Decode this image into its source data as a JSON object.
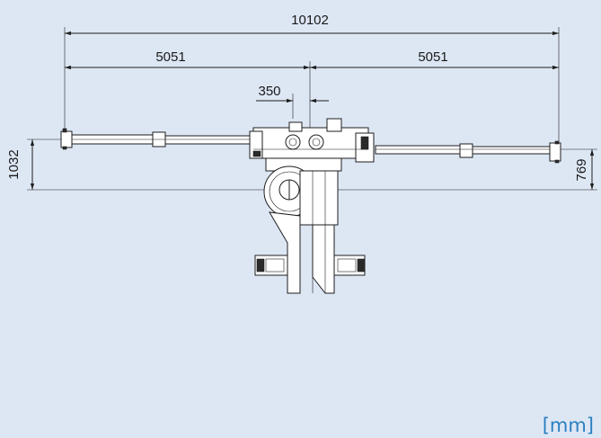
{
  "drawing": {
    "dimensions": {
      "overall_width": "10102",
      "left_half": "5051",
      "right_half": "5051",
      "offset": "350",
      "left_height": "1032",
      "right_height": "769"
    },
    "unit_label": "[mm]",
    "colors": {
      "background": "#dde7f4",
      "unit": "#2a7fc0",
      "line": "#1e1e1e"
    }
  }
}
